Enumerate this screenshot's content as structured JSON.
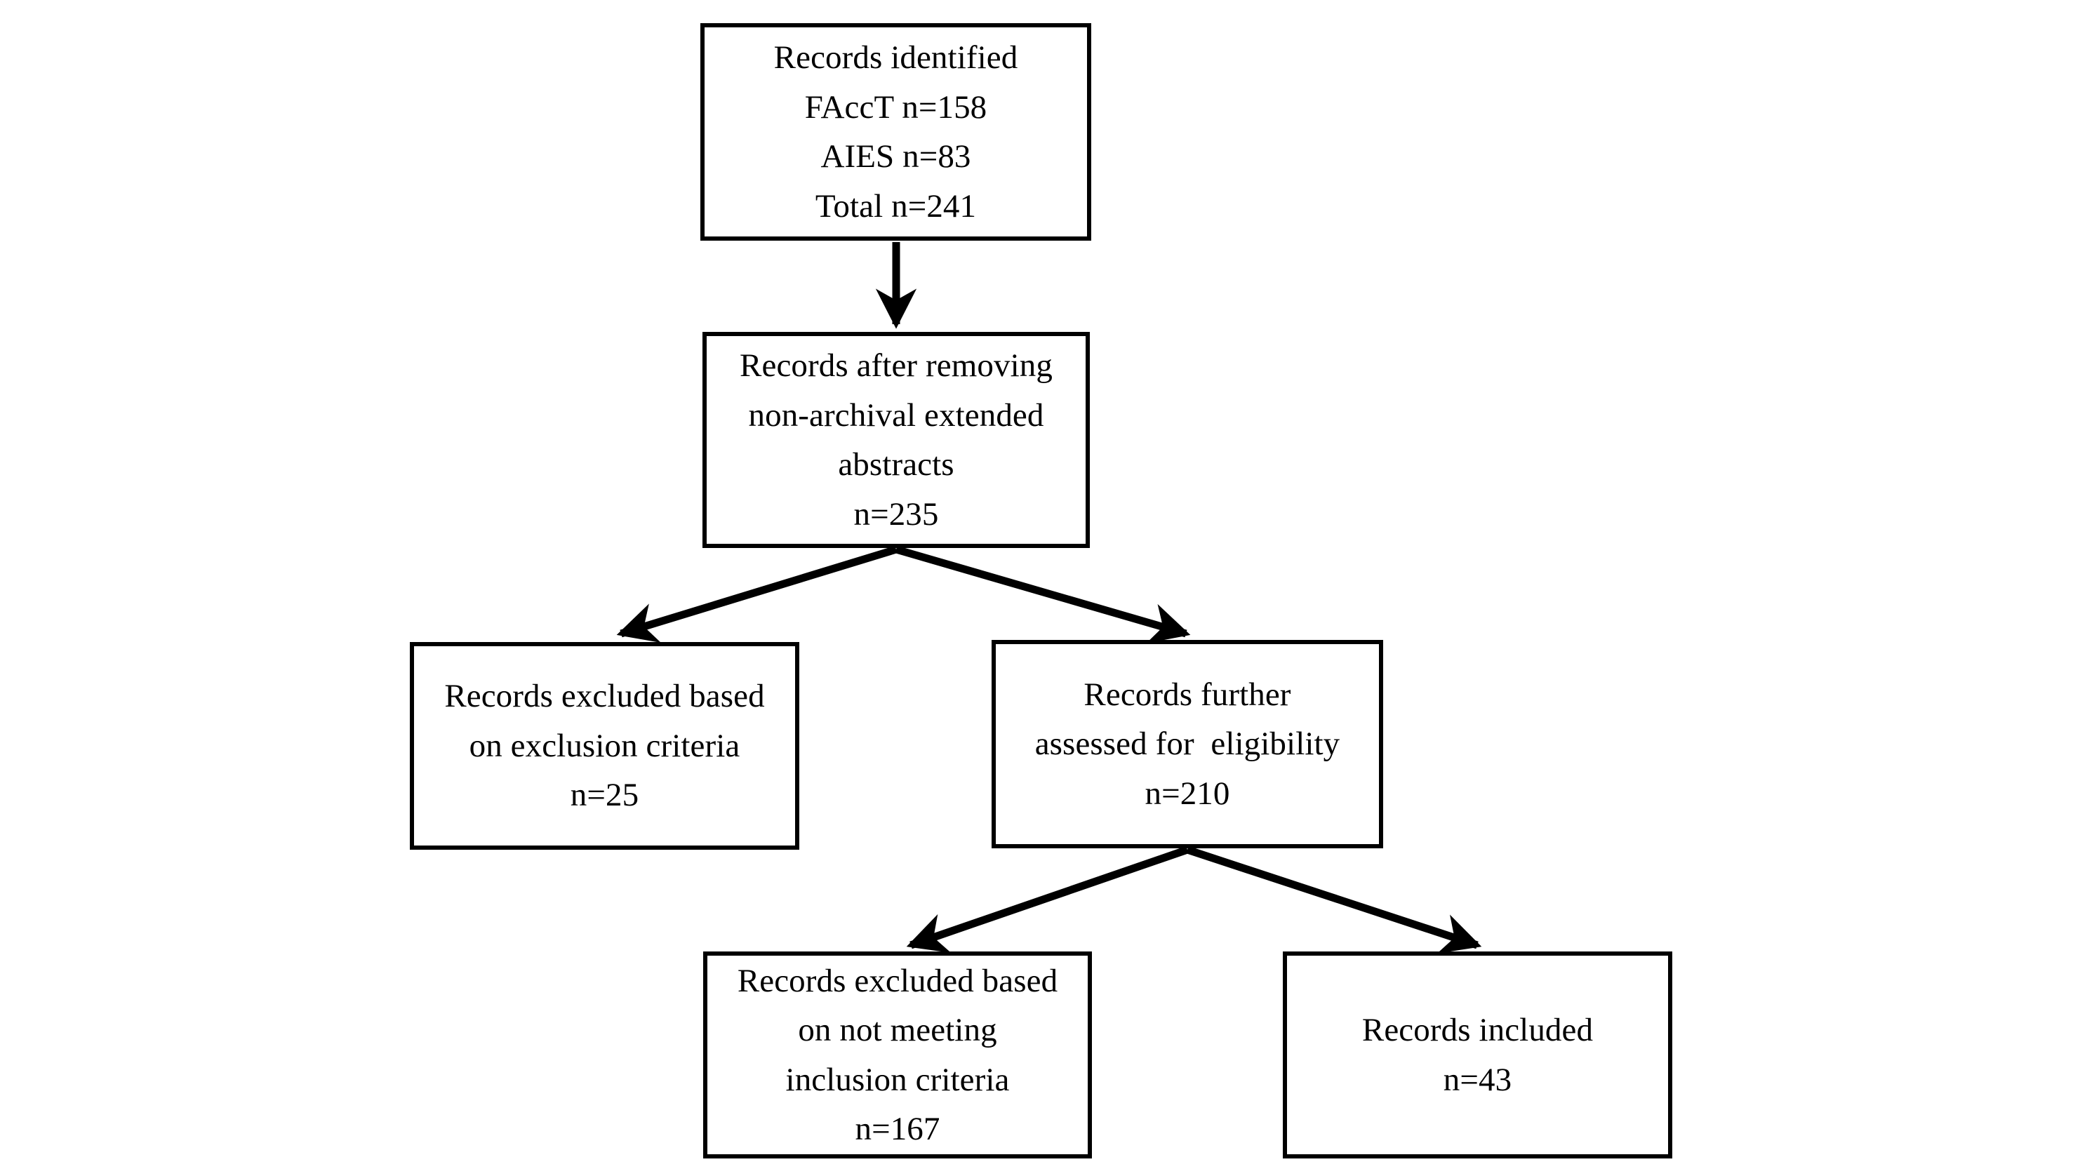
{
  "diagram": {
    "type": "prisma-flow-diagram",
    "background_color": "#ffffff",
    "line_color": "#000000",
    "text_color": "#000000",
    "nodes": [
      {
        "id": "identified",
        "name": "records-identified",
        "lines": [
          "Records identified",
          "FAccT n=158",
          "AIES n=83",
          "Total n=241"
        ],
        "counts": {
          "FAccT": 158,
          "AIES": 83,
          "Total": 241
        }
      },
      {
        "id": "after_removing",
        "name": "records-after-removing-non-archival",
        "lines": [
          "Records after removing",
          "non-archival extended",
          "abstracts",
          "n=235"
        ],
        "counts": {
          "n": 235
        }
      },
      {
        "id": "excluded_criteria",
        "name": "records-excluded-exclusion-criteria",
        "lines": [
          "Records excluded based",
          "on exclusion criteria",
          "n=25"
        ],
        "counts": {
          "n": 25
        }
      },
      {
        "id": "eligibility",
        "name": "records-further-assessed-eligibility",
        "lines": [
          "Records further",
          "assessed for  eligibility",
          "n=210"
        ],
        "counts": {
          "n": 210
        }
      },
      {
        "id": "excluded_inclusion",
        "name": "records-excluded-inclusion-criteria",
        "lines": [
          "Records excluded based",
          "on not meeting",
          "inclusion criteria",
          "n=167"
        ],
        "counts": {
          "n": 167
        }
      },
      {
        "id": "included",
        "name": "records-included",
        "lines": [
          "Records included",
          "n=43"
        ],
        "counts": {
          "n": 43
        }
      }
    ],
    "edges": [
      {
        "from": "identified",
        "to": "after_removing",
        "style": "straight-arrow"
      },
      {
        "from": "after_removing",
        "to": "excluded_criteria",
        "style": "diagonal-arrow"
      },
      {
        "from": "after_removing",
        "to": "eligibility",
        "style": "diagonal-arrow"
      },
      {
        "from": "eligibility",
        "to": "excluded_inclusion",
        "style": "diagonal-arrow"
      },
      {
        "from": "eligibility",
        "to": "included",
        "style": "diagonal-arrow"
      }
    ]
  }
}
